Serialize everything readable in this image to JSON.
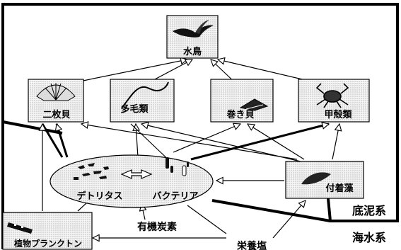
{
  "colors": {
    "line": "#000000",
    "box_fill": "#e6e6e6",
    "ellipse_fill": "#e8e8e8",
    "background": "#ffffff"
  },
  "nodes": {
    "waterfowl": {
      "label": "水鳥",
      "icon": "bird-icon"
    },
    "bivalve": {
      "label": "二枚貝",
      "icon": "scallop-shell-icon"
    },
    "polychaete": {
      "label": "多毛類",
      "icon": "worm-icon"
    },
    "gastropod": {
      "label": "巻き貝",
      "icon": "snail-icon"
    },
    "crustacean": {
      "label": "甲殻類",
      "icon": "crab-icon"
    },
    "detritus": {
      "label": "デトリタス",
      "icon": "detritus-particles-icon"
    },
    "bacteria": {
      "label": "バクテリア",
      "icon": "bacteria-rods-icon"
    },
    "periphyton": {
      "label": "付着藻",
      "icon": "algae-icon"
    },
    "phytoplankton": {
      "label": "植物プランクトン",
      "icon": "plankton-icon"
    }
  },
  "flows": {
    "organic_carbon": "有機炭素",
    "nutrients": "栄養塩"
  },
  "zones": {
    "sediment": "底泥系",
    "seawater": "海水系"
  }
}
